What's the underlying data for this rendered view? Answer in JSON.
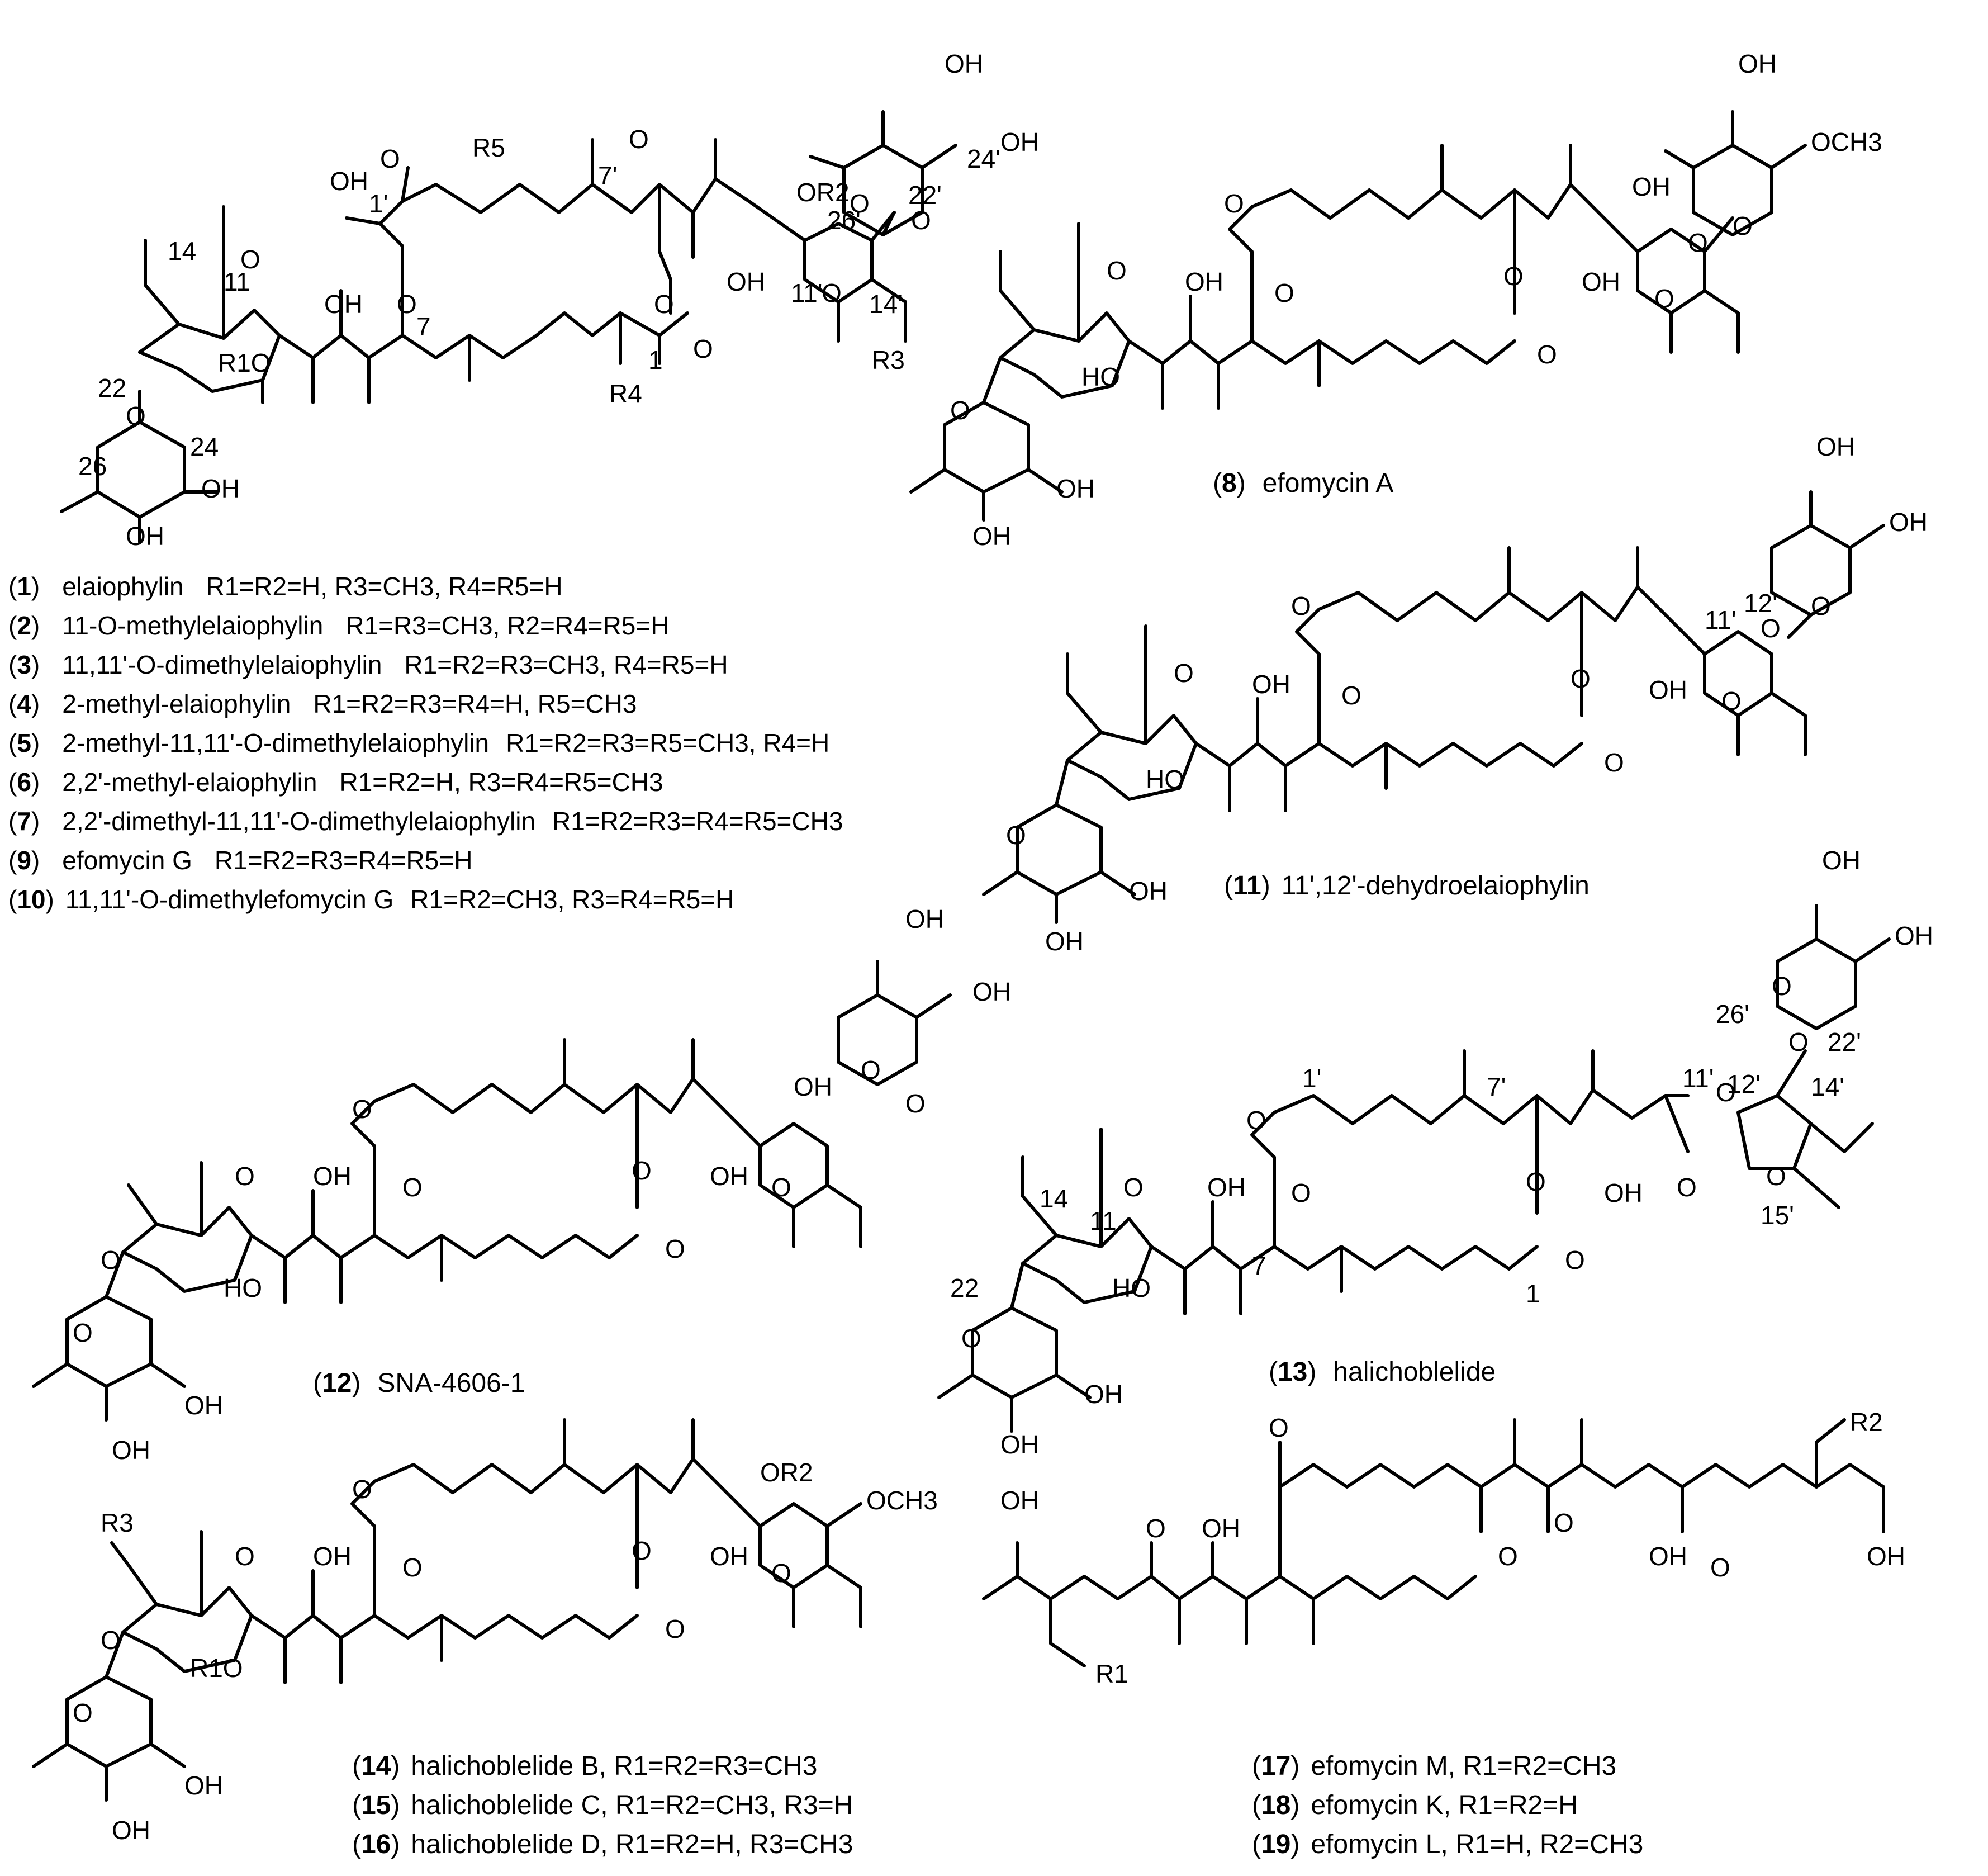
{
  "compound_list": [
    {
      "id": "1",
      "name": "elaiophylin",
      "subst": "R1=R2=H, R3=CH3, R4=R5=H"
    },
    {
      "id": "2",
      "name": "11-O-methylelaiophylin",
      "subst": "R1=R3=CH3, R2=R4=R5=H"
    },
    {
      "id": "3",
      "name": "11,11'-O-dimethylelaiophylin",
      "subst": "R1=R2=R3=CH3, R4=R5=H"
    },
    {
      "id": "4",
      "name": "2-methyl-elaiophylin",
      "subst": "R1=R2=R3=R4=H, R5=CH3"
    },
    {
      "id": "5",
      "name": "2-methyl-11,11'-O-dimethylelaiophylin",
      "subst": "R1=R2=R3=R5=CH3, R4=H"
    },
    {
      "id": "6",
      "name": "2,2'-methyl-elaiophylin",
      "subst": "R1=R2=H, R3=R4=R5=CH3"
    },
    {
      "id": "7",
      "name": "2,2'-dimethyl-11,11'-O-dimethylelaiophylin",
      "subst": "R1=R2=R3=R4=R5=CH3"
    },
    {
      "id": "9",
      "name": "efomycin G",
      "subst": "R1=R2=R3=R4=R5=H"
    },
    {
      "id": "10",
      "name": "11,11'-O-dimethylefomycin G",
      "subst": "R1=R2=CH3, R3=R4=R5=H"
    }
  ],
  "captions": {
    "c8": {
      "id": "8",
      "name": "efomycin A"
    },
    "c11": {
      "id": "11",
      "name": "11',12'-dehydroelaiophylin"
    },
    "c12": {
      "id": "12",
      "name": "SNA-4606-1"
    },
    "c13": {
      "id": "13",
      "name": "halichoblelide"
    },
    "c14": {
      "id": "14",
      "name": "halichoblelide B",
      "subst": ", R1=R2=R3=CH3"
    },
    "c15": {
      "id": "15",
      "name": "halichoblelide C",
      "subst": ", R1=R2=CH3, R3=H"
    },
    "c16": {
      "id": "16",
      "name": "halichoblelide D",
      "subst": ", R1=R2=H, R3=CH3"
    },
    "c17": {
      "id": "17",
      "name": "efomycin M",
      "subst": ", R1=R2=CH3"
    },
    "c18": {
      "id": "18",
      "name": "efomycin K",
      "subst": ", R1=R2=H"
    },
    "c19": {
      "id": "19",
      "name": "efomycin L",
      "subst": ", R1=H, R2=CH3"
    }
  },
  "atoms": {
    "OH": "OH",
    "O": "O",
    "HO": "HO",
    "OCH3": "OCH3",
    "R1O": "R1O",
    "OR2": "OR2",
    "R1": "R1",
    "R2": "R2",
    "R3": "R3",
    "R4": "R4",
    "R5": "R5"
  },
  "locants": {
    "n1": "1",
    "n1p": "1'",
    "n7": "7",
    "n7p": "7'",
    "n11": "11",
    "n11p": "11'",
    "n12p": "12'",
    "n14": "14",
    "n14p": "14'",
    "n15p": "15'",
    "n22": "22",
    "n22p": "22'",
    "n24": "24",
    "n24p": "24'",
    "n26": "26",
    "n26p": "26'"
  }
}
